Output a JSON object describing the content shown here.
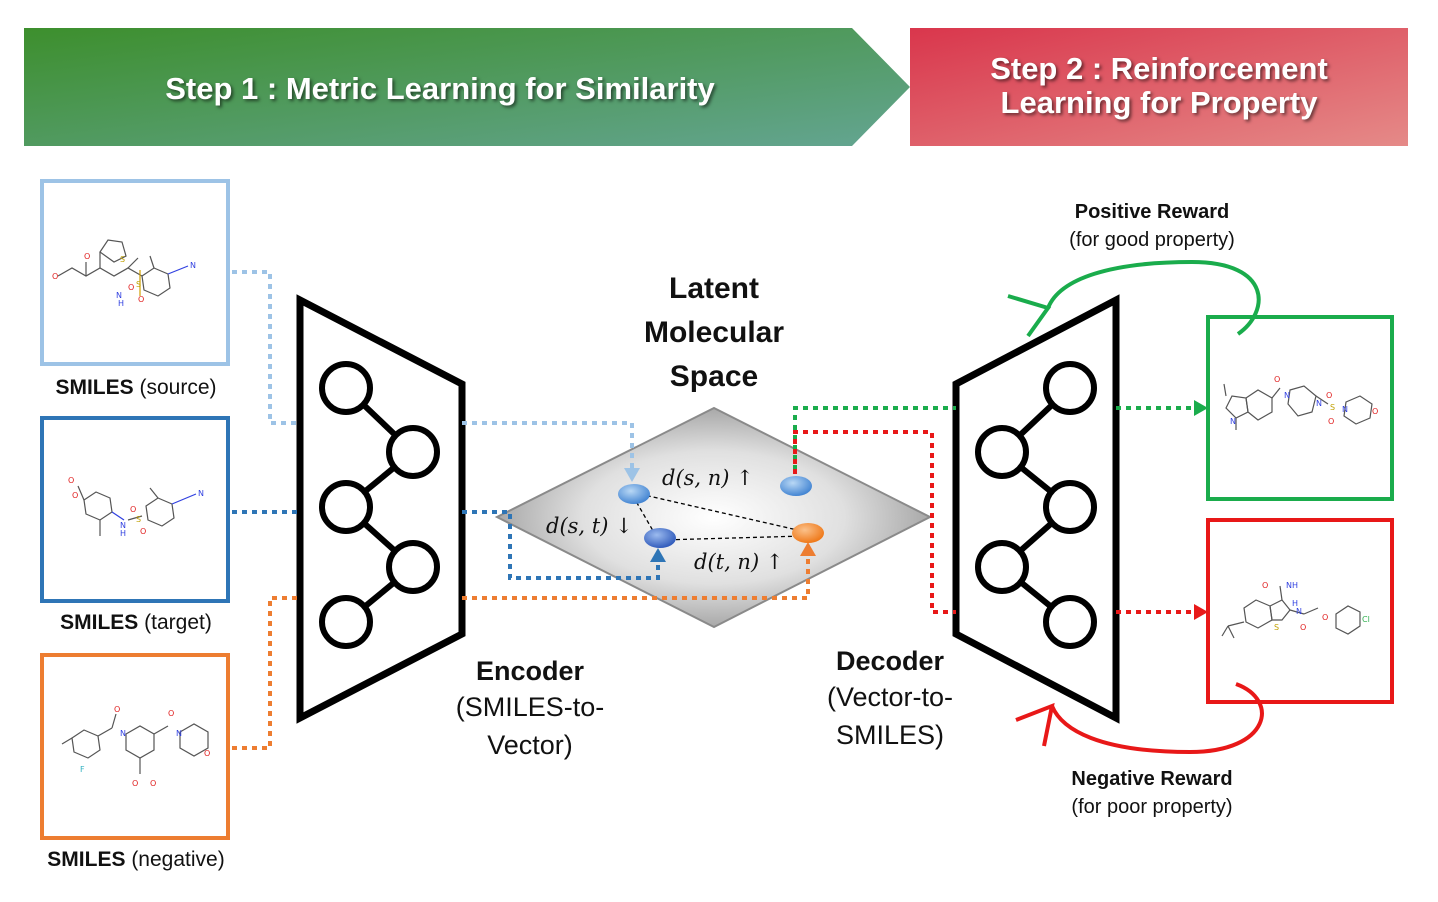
{
  "steps": {
    "step1": "Step 1 : Metric Learning for Similarity",
    "step2_line1": "Step 2 : Reinforcement",
    "step2_line2": "Learning for Property"
  },
  "inputs": [
    {
      "label_bold": "SMILES",
      "label_rest": " (source)",
      "color": "#9dc3e6"
    },
    {
      "label_bold": "SMILES",
      "label_rest": " (target)",
      "color": "#2e75b6"
    },
    {
      "label_bold": "SMILES",
      "label_rest": " (negative)",
      "color": "#ed7d31"
    }
  ],
  "encoder": {
    "title": "Encoder",
    "sub1": "(SMILES-to-",
    "sub2": "Vector)"
  },
  "decoder": {
    "title": "Decoder",
    "sub1": "(Vector-to-",
    "sub2": "SMILES)"
  },
  "latent": {
    "line1": "Latent",
    "line2": "Molecular",
    "line3": "Space"
  },
  "distances": {
    "sn": "d(s, n) ↑",
    "st": "d(s, t) ↓",
    "tn": "d(t, n) ↑"
  },
  "rewards": {
    "positive_title": "Positive Reward",
    "positive_sub": "(for good property)",
    "negative_title": "Negative Reward",
    "negative_sub": "(for poor property)"
  },
  "molecule_atoms": {
    "source": [
      "O",
      "O",
      "S",
      "N",
      "H",
      "S",
      "O",
      "O",
      "N"
    ],
    "target": [
      "O",
      "O",
      "H",
      "N",
      "S",
      "O",
      "O",
      "N"
    ],
    "negative": [
      "O",
      "O",
      "N",
      "N",
      "O",
      "F",
      "O",
      "O"
    ],
    "good": [
      "O",
      "N",
      "N",
      "N",
      "S",
      "O",
      "O",
      "N",
      "O"
    ],
    "poor": [
      "O",
      "NH",
      "S",
      "H",
      "N",
      "O",
      "O",
      "Cl"
    ]
  },
  "colors": {
    "step1_green": "#4a9636",
    "step1_teal": "#5fa38c",
    "step2_red": "#db4458",
    "step2_pink": "#e48584",
    "source_blue": "#9dc3e6",
    "target_blue": "#2e75b6",
    "negative_orange": "#ed7d31",
    "good_green": "#1aac4c",
    "poor_red": "#e81818"
  }
}
